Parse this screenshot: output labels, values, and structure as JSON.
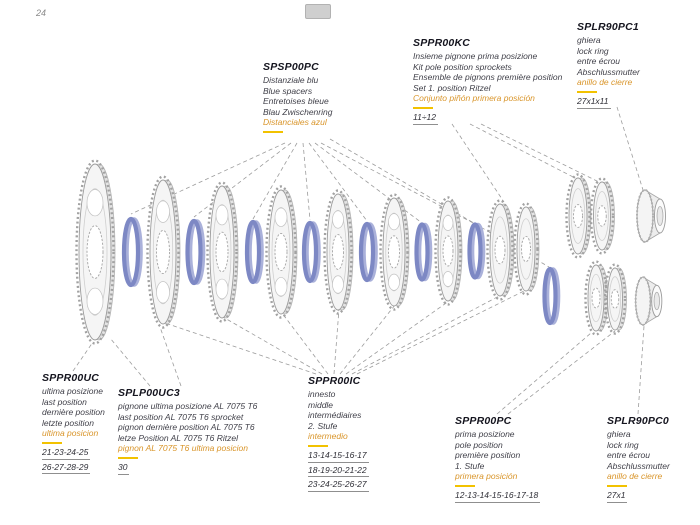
{
  "page": {
    "number": "24"
  },
  "colors": {
    "spacer_blue": "#7d88c4",
    "highlight_orange": "#d9952a",
    "separator_yellow": "#f2c200",
    "line_gray": "#9c9c9c"
  },
  "blocks": {
    "spsp00pc": {
      "code": "SPSP00PC",
      "lines": [
        "Distanziale blu",
        "Blue spacers",
        "Entretoises bleue",
        "Blau Zwischenring"
      ],
      "highlight": "Distanciales azul",
      "values": []
    },
    "sppr00kc": {
      "code": "SPPR00KC",
      "lines": [
        "Insieme pignone prima posizione",
        "Kit pole position sprockets",
        "Ensemble de pignons première position",
        "Set 1. position Ritzel"
      ],
      "highlight": "Conjunto piñón primera posición",
      "values": [
        "11÷12"
      ]
    },
    "splr90pc1": {
      "code": "SPLR90PC1",
      "lines": [
        "ghiera",
        "lock ring",
        "entre écrou",
        "Abschlussmutter"
      ],
      "highlight": "anillo de cierre",
      "values": [
        "27x1x11"
      ]
    },
    "sppr00uc": {
      "code": "SPPR00UC",
      "lines": [
        "ultima posizione",
        "last position",
        "dernière position",
        "letzte position"
      ],
      "highlight": "ultima posicion",
      "values": [
        "21-23-24-25",
        "26-27-28-29"
      ]
    },
    "splp00uc3": {
      "code": "SPLP00UC3",
      "lines": [
        "pignone ultima posizione  AL 7075 T6",
        "last position AL 7075 T6 sprocket",
        "pignon dernière position AL 7075 T6",
        "letze Position AL 7075 T6 Ritzel"
      ],
      "highlight": "pignon AL 7075 T6 ultima posicion",
      "values": [
        "30"
      ]
    },
    "sppr00ic": {
      "code": "SPPR00IC",
      "lines": [
        "innesto",
        "middle",
        "intermédiaires",
        "2. Stufe"
      ],
      "highlight": "intermedio",
      "values": [
        "13-14-15-16-17",
        "18-19-20-21-22",
        "23-24-25-26-27"
      ]
    },
    "sppr00pc": {
      "code": "SPPR00PC",
      "lines": [
        "prima posizione",
        "pole position",
        "première position",
        "1. Stufe"
      ],
      "highlight": "primera posición",
      "values": [
        "12-13-14-15-16-17-18"
      ]
    },
    "splr90pc0": {
      "code": "SPLR90PC0",
      "lines": [
        "ghiera",
        "lock ring",
        "entre écrou",
        "Abschlussmutter"
      ],
      "highlight": "anillo de cierre",
      "values": [
        "27x1"
      ]
    }
  }
}
